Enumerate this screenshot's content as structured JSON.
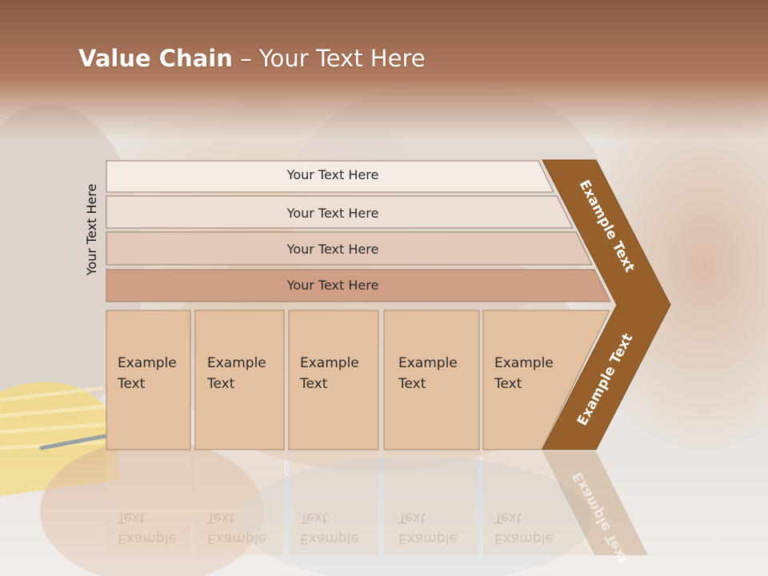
{
  "title": {
    "bold": "Value Chain",
    "rest": " – Your Text Here"
  },
  "side_label": "Your Text Here",
  "bands": [
    {
      "label": "Your Text Here"
    },
    {
      "label": "Your Text Here"
    },
    {
      "label": "Your Text Here"
    },
    {
      "label": "Your Text Here"
    }
  ],
  "boxes": [
    {
      "line1": "Example",
      "line2": "Text"
    },
    {
      "line1": "Example",
      "line2": "Text"
    },
    {
      "line1": "Example",
      "line2": "Text"
    },
    {
      "line1": "Example",
      "line2": "Text"
    },
    {
      "line1": "Example",
      "line2": "Text"
    }
  ],
  "chevron": {
    "upper": "Example Text",
    "lower": "Example Text"
  },
  "colors": {
    "header": "#a87457",
    "band_fills": [
      "#f4ebe5",
      "#eedfd6",
      "#e2c8b8",
      "#cf9e84"
    ],
    "box_fill": "#e2c0a0",
    "chevron": "#96602c"
  }
}
